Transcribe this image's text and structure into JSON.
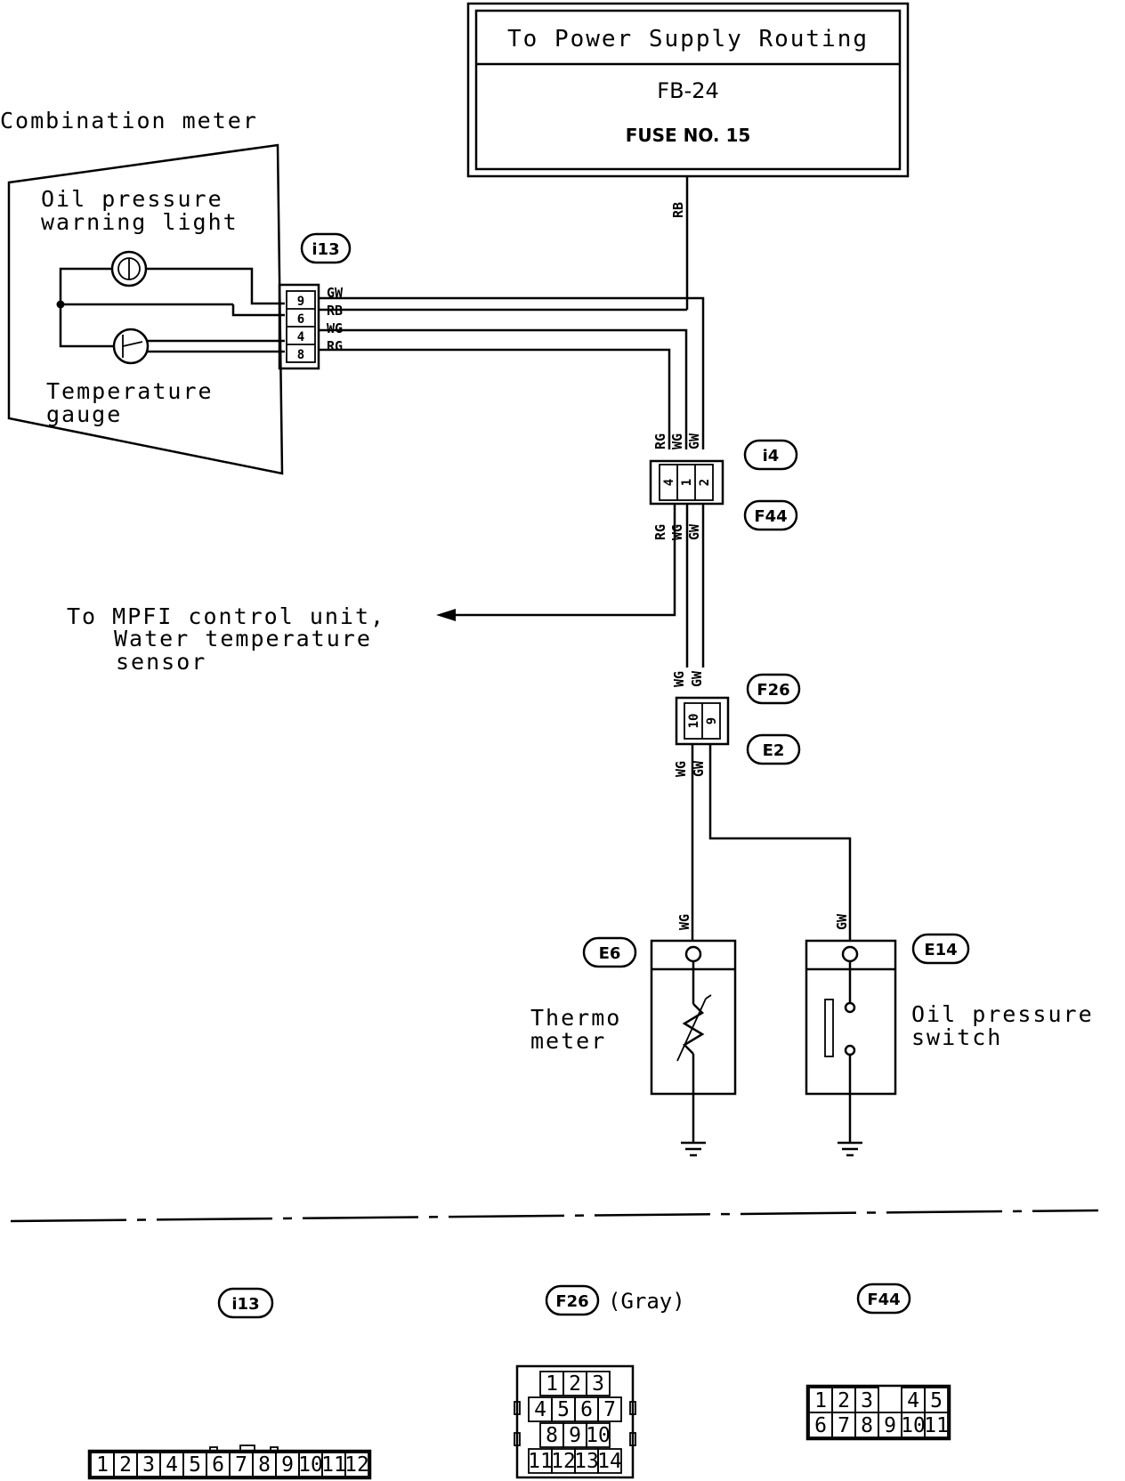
{
  "power": {
    "title": "To Power Supply Routing",
    "code": "FB-24",
    "fuse": "FUSE NO. 15"
  },
  "combination_meter": {
    "title": "Combination meter",
    "oil_light_line1": "Oil pressure",
    "oil_light_line2": "warning light",
    "temp_gauge_line1": "Temperature",
    "temp_gauge_line2": "gauge"
  },
  "connectors": {
    "i13": {
      "tag": "i13",
      "pins": [
        "9",
        "6",
        "4",
        "8"
      ],
      "wires": [
        "GW",
        "RB",
        "WG",
        "RG"
      ]
    },
    "i4": {
      "tag": "i4",
      "pins": [
        "4",
        "1",
        "2"
      ]
    },
    "f44": {
      "tag": "F44"
    },
    "f26": {
      "tag": "F26",
      "pins": [
        "10",
        "9"
      ]
    },
    "e2": {
      "tag": "E2"
    },
    "e6": {
      "tag": "E6"
    },
    "e14": {
      "tag": "E14"
    }
  },
  "wire_colors": {
    "rb": "RB",
    "rg": "RG",
    "wg": "WG",
    "gw": "GW"
  },
  "mpfi": {
    "line1": "To MPFI control unit,",
    "line2": "Water temperature",
    "line3": "sensor"
  },
  "thermo": {
    "line1": "Thermo",
    "line2": "meter"
  },
  "oil_switch": {
    "line1": "Oil pressure",
    "line2": "switch"
  },
  "legend": {
    "i13": {
      "tag": "i13",
      "cells": [
        "1",
        "2",
        "3",
        "4",
        "5",
        "6",
        "7",
        "8",
        "9",
        "10",
        "11",
        "12"
      ]
    },
    "f26": {
      "tag": "F26",
      "note": "(Gray)",
      "rows": [
        [
          "1",
          "2",
          "3"
        ],
        [
          "4",
          "5",
          "6",
          "7"
        ],
        [
          "8",
          "9",
          "10"
        ],
        [
          "11",
          "12",
          "13",
          "14"
        ]
      ]
    },
    "f44": {
      "tag": "F44",
      "rows": [
        [
          "1",
          "2",
          "3",
          "4",
          "5"
        ],
        [
          "6",
          "7",
          "8",
          "9",
          "10",
          "11"
        ]
      ]
    }
  }
}
